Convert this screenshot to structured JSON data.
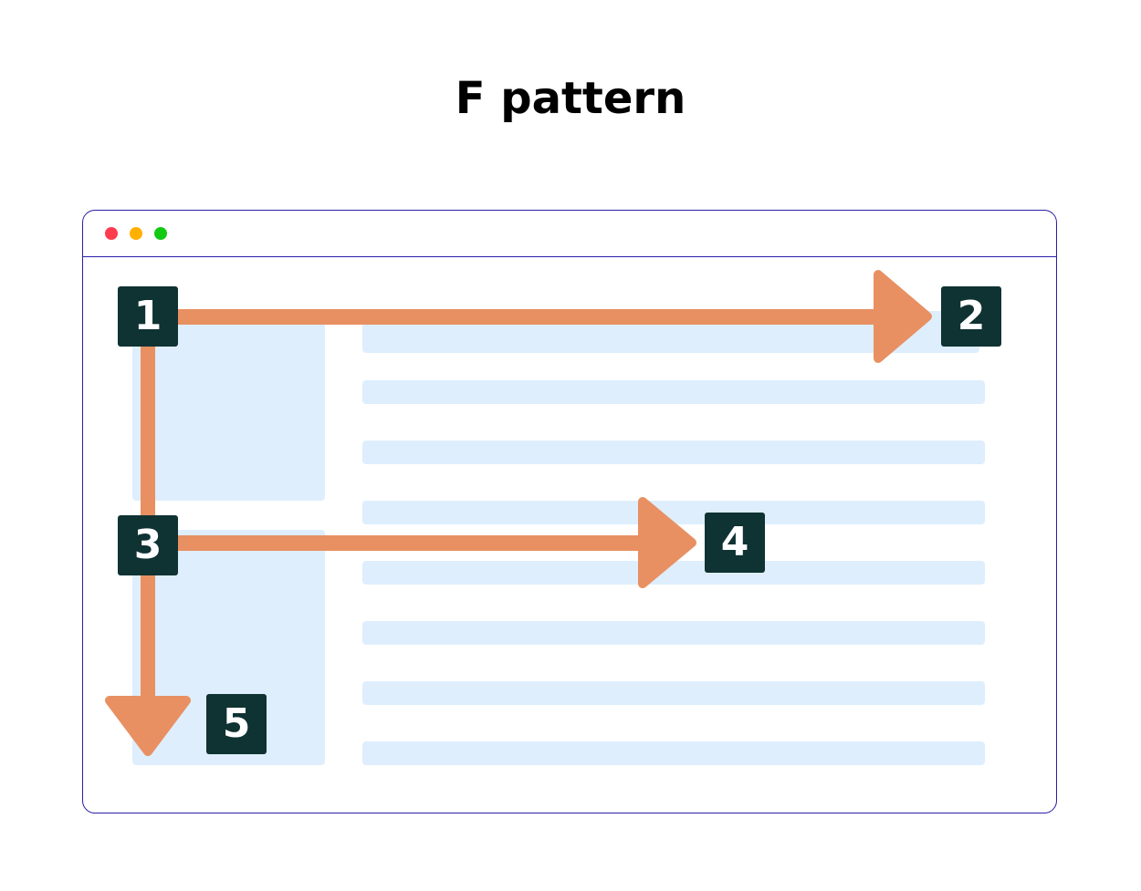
{
  "title": "F pattern",
  "colors": {
    "window_border": "#2a1fa8",
    "content_block": "#deeefd",
    "arrow": "#e89062",
    "badge_bg": "#0f3232",
    "badge_text": "#ffffff",
    "dot_close": "#ff3b4e",
    "dot_minimize": "#ffb000",
    "dot_maximize": "#12c912"
  },
  "window_controls": [
    "close-dot",
    "minimize-dot",
    "maximize-dot"
  ],
  "steps": [
    {
      "label": "1"
    },
    {
      "label": "2"
    },
    {
      "label": "3"
    },
    {
      "label": "4"
    },
    {
      "label": "5"
    }
  ]
}
